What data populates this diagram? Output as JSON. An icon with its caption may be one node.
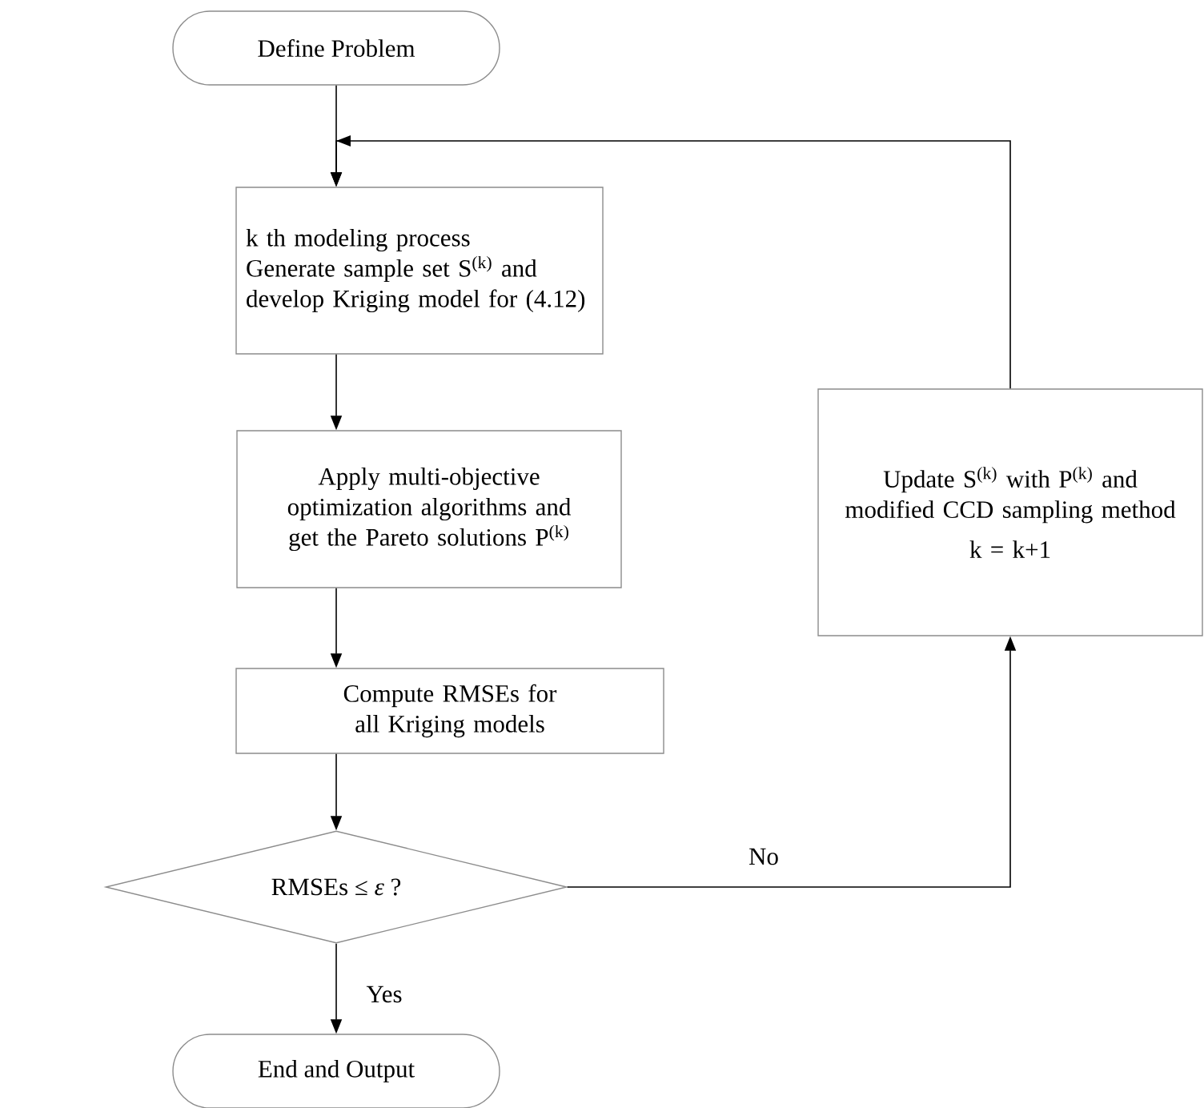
{
  "diagram": {
    "nodes": [
      {
        "text": [
          "Define Problem"
        ]
      },
      {
        "text": [
          "k th modeling process",
          "Generate sample set S$^{(k)}$ and develop Kriging model for (4.12)"
        ]
      },
      {
        "text": [
          "Apply multi-objective optimization algorithms and get the Pareto solutions P$^{(k)}$"
        ]
      },
      {
        "text": [
          "Compute RMSEs for all Kriging models"
        ]
      },
      {
        "text": [
          "RMSEs ≤ *ε* ?"
        ]
      },
      {
        "text": [
          "End and Output"
        ]
      },
      {
        "text": [
          "Update S$^{(k)}$ with P$^{(k)}$ and modified CCD sampling method",
          "k = k+1"
        ]
      }
    ],
    "edges": [
      {
        "from": 0,
        "to": 1,
        "arrow": "to"
      },
      {
        "from": 1,
        "to": 2,
        "arrow": "to"
      },
      {
        "from": 2,
        "to": 3,
        "arrow": "to"
      },
      {
        "from": 3,
        "to": 4,
        "arrow": "to"
      },
      {
        "from": 4,
        "to": 5,
        "arrow": "to",
        "label": "Yes"
      },
      {
        "from": 4,
        "to": 6,
        "arrow": "to",
        "label": "No"
      },
      {
        "from": 6,
        "to": 1,
        "arrow": "to"
      }
    ]
  }
}
